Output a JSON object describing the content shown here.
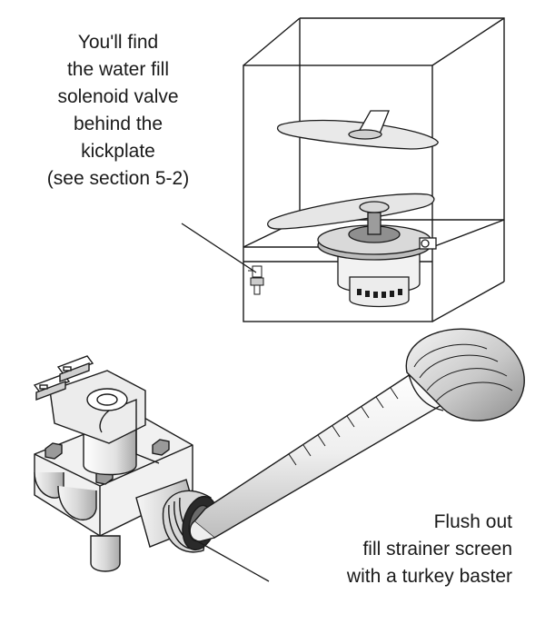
{
  "captions": {
    "top_lines": [
      "You'll find",
      "the water fill",
      "solenoid valve",
      "behind the",
      "kickplate",
      "(see section 5-2)"
    ],
    "bottom_lines": [
      "Flush out",
      "fill strainer screen",
      "with a turkey baster"
    ]
  },
  "colors": {
    "ink": "#1a1a1a",
    "metal": "#d9d9d9",
    "metal_dark": "#9a9a9a",
    "background": "#ffffff"
  }
}
